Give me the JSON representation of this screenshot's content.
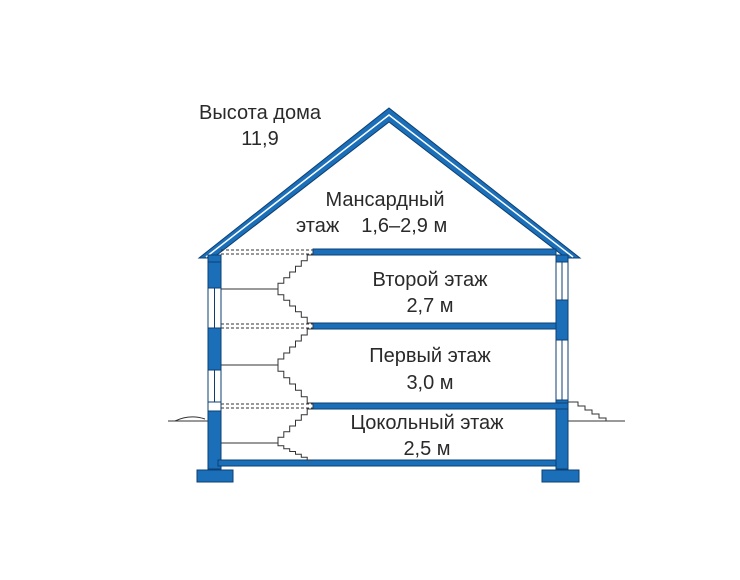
{
  "house_height": {
    "label": "Высота дома",
    "value": "11,9"
  },
  "floors": [
    {
      "name": "Мансардный",
      "name2": "этаж",
      "height": "1,6–2,9 м"
    },
    {
      "name": "Второй этаж",
      "height": "2,7 м"
    },
    {
      "name": "Первый этаж",
      "height": "3,0 м"
    },
    {
      "name": "Цокольный этаж",
      "height": "2,5 м"
    }
  ],
  "colors": {
    "structure": "#1a6fb8",
    "outline": "#0d3f73",
    "line": "#333333"
  }
}
